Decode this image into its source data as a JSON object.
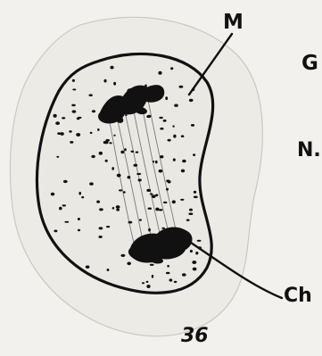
{
  "labels": {
    "m": "M",
    "ch": "Ch",
    "g": "G",
    "n": "N."
  },
  "figure_number": "36",
  "colors": {
    "paper": "#f2f1ed",
    "ink": "#111111",
    "cell_fill": "#ebeae6"
  }
}
